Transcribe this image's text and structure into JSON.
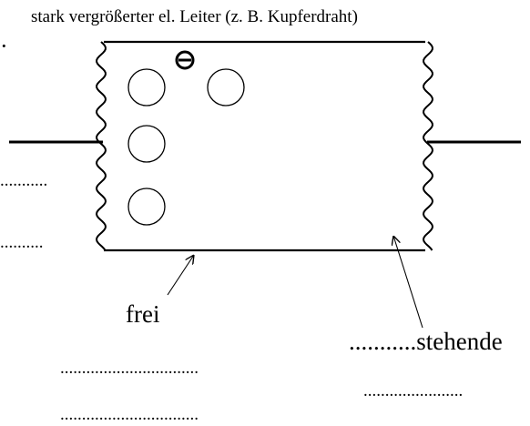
{
  "diagram": {
    "title": "stark vergrößerter el. Leiter (z. B. Kupferdraht)",
    "stray_mark": "·",
    "left_blank_upper": "...........",
    "left_blank_lower": "..........",
    "label_free": "frei",
    "label_standing": "...........stehende",
    "blank_line_1": "................................",
    "blank_line_2": ".......................",
    "blank_line_3": "................................",
    "electron_symbol": "⊖",
    "ion_count": 4
  }
}
